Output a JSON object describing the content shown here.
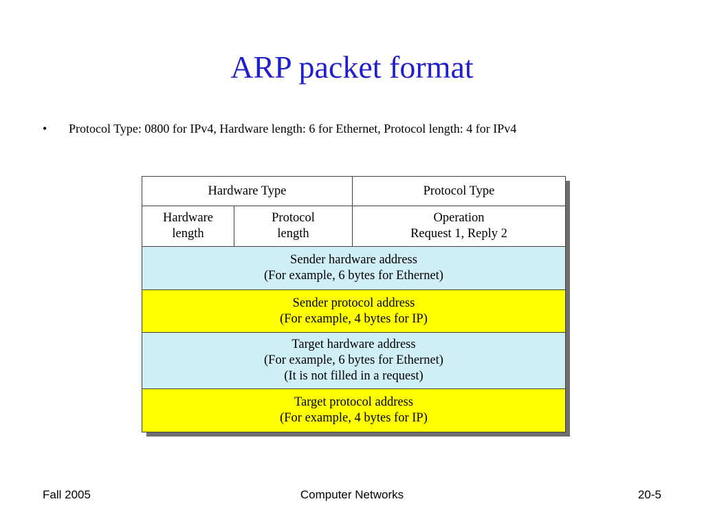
{
  "slide": {
    "title": "ARP packet format",
    "title_color": "#1f1fcc",
    "bullet": {
      "marker": "•",
      "text": "Protocol Type: 0800 for IPv4, Hardware length: 6 for Ethernet, Protocol length: 4 for IPv4"
    }
  },
  "packet": {
    "colors": {
      "white": "#ffffff",
      "light_blue": "#cfeef6",
      "yellow": "#ffff00",
      "border": "#404040"
    },
    "rows": [
      {
        "fill": "white",
        "cells": [
          {
            "text": "Hardware Type",
            "span": 2
          },
          {
            "text": "Protocol Type",
            "span": 1
          }
        ]
      },
      {
        "fill": "white",
        "cells": [
          {
            "text": "Hardware\nlength",
            "span": 1
          },
          {
            "text": "Protocol\nlength",
            "span": 1
          },
          {
            "text": "Operation\nRequest 1, Reply 2",
            "span": 1
          }
        ]
      },
      {
        "fill": "light_blue",
        "cells": [
          {
            "text": "Sender hardware address\n(For example, 6 bytes for Ethernet)",
            "span": 3
          }
        ]
      },
      {
        "fill": "yellow",
        "cells": [
          {
            "text": "Sender protocol address\n(For example, 4 bytes for IP)",
            "span": 3
          }
        ]
      },
      {
        "fill": "light_blue",
        "cells": [
          {
            "text": "Target hardware address\n(For example, 6 bytes for Ethernet)\n(It is not filled in a request)",
            "span": 3
          }
        ]
      },
      {
        "fill": "yellow",
        "cells": [
          {
            "text": "Target protocol address\n(For example, 4 bytes for IP)",
            "span": 3
          }
        ]
      }
    ]
  },
  "footer": {
    "left": "Fall 2005",
    "center": "Computer Networks",
    "right": "20-5"
  }
}
